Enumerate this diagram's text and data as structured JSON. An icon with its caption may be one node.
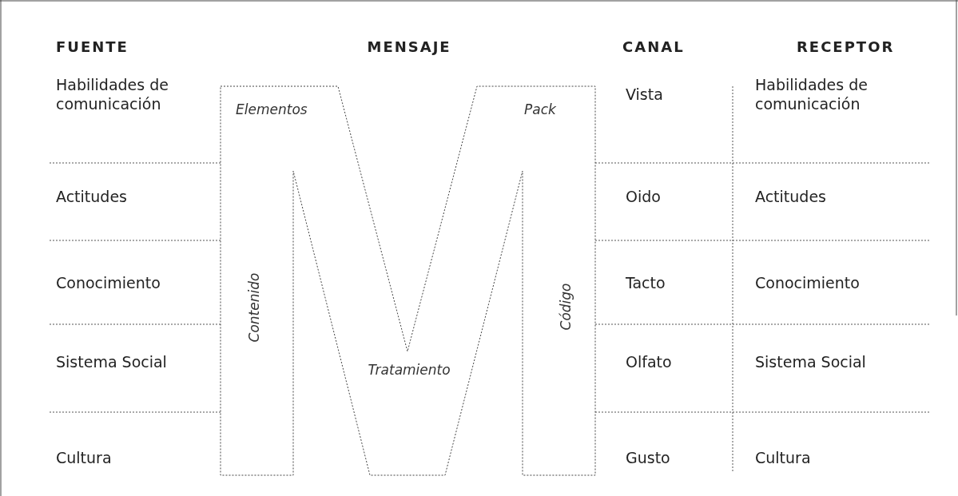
{
  "diagram": {
    "nodes": [
      {
        "text": [
          "Elementos",
          "Pack",
          "Contenido",
          "Tratamiento",
          "Código"
        ]
      }
    ],
    "edges": [],
    "labels": [
      "FUENTE",
      "MENSAJE",
      "CANAL",
      "RECEPTOR",
      "Habilidades de comunicación",
      "Vista",
      "Habilidades de comunicación",
      "Actitudes",
      "Oido",
      "Actitudes",
      "Conocimiento",
      "Tacto",
      "Conocimiento",
      "Sistema Social",
      "Olfato",
      "Sistema Social",
      "Cultura",
      "Gusto",
      "Cultura"
    ]
  }
}
